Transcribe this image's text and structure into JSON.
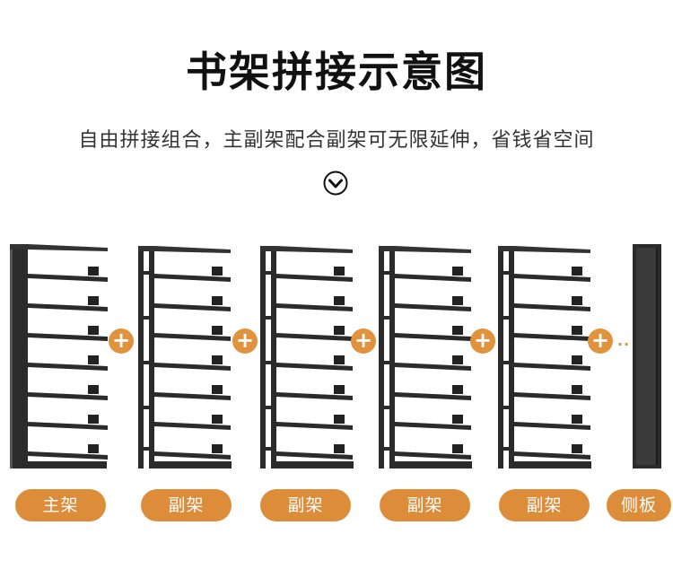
{
  "header": {
    "title": "书架拼接示意图",
    "subtitle": "自由拼接组合，主副架配合副架可无限延伸，省钱省空间"
  },
  "icons": {
    "scroll_indicator": "chevron-down-circle-icon",
    "connector": "plus-icon",
    "continuation": "ellipsis-icon"
  },
  "connector_symbol": "+",
  "continuation_symbol": "··",
  "labels": [
    {
      "text": "主架"
    },
    {
      "text": "副架"
    },
    {
      "text": "副架"
    },
    {
      "text": "副架"
    },
    {
      "text": "副架"
    },
    {
      "text": "侧板"
    }
  ],
  "colors": {
    "accent": "#dd8d3a",
    "title": "#111111",
    "text": "#333333",
    "frame": "#2b2b2b"
  }
}
